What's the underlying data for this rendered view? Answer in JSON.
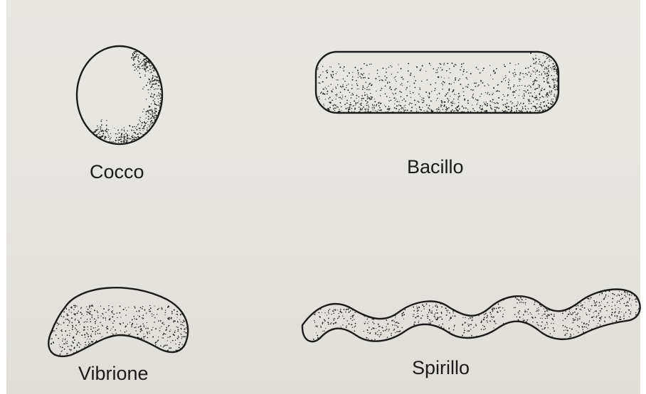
{
  "diagram": {
    "shapes": [
      {
        "id": "cocco",
        "label": "Cocco"
      },
      {
        "id": "bacillo",
        "label": "Bacillo"
      },
      {
        "id": "vibrione",
        "label": "Vibrione"
      },
      {
        "id": "spirillo",
        "label": "Spirillo"
      }
    ]
  },
  "colors": {
    "paper": "#e6e4df",
    "ink": "#1b1b1b",
    "stipple": "#222222"
  }
}
